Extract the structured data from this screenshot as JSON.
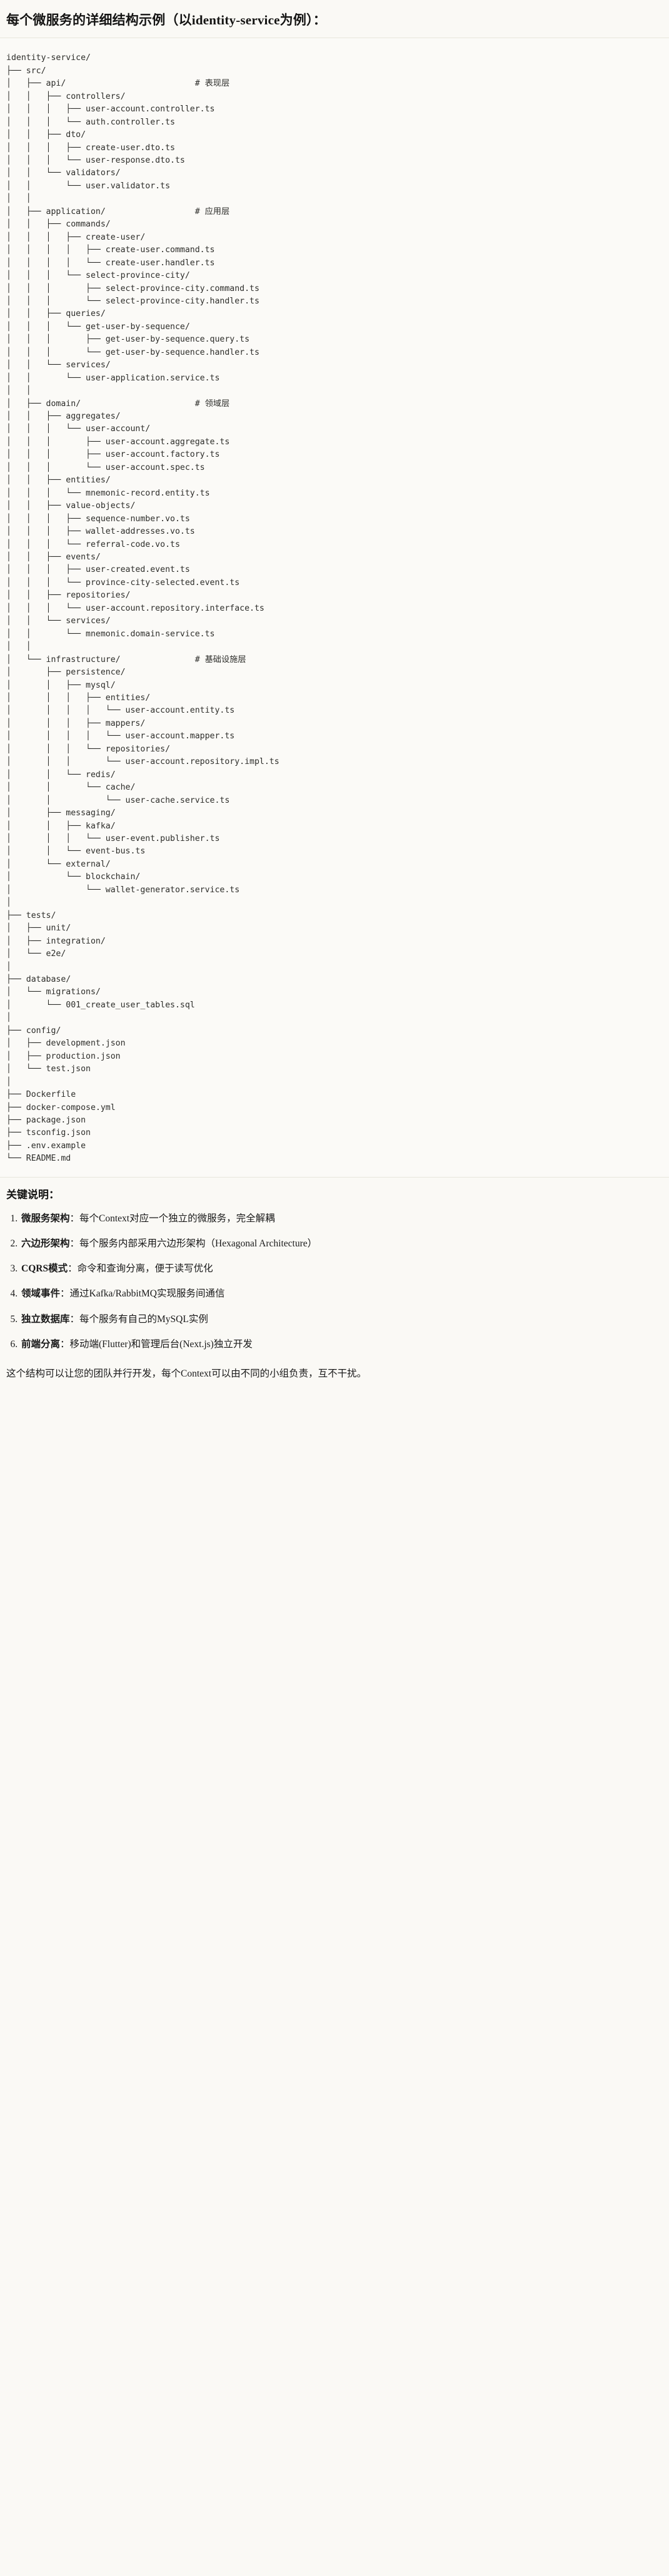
{
  "header": {
    "title": "每个微服务的详细结构示例（以identity-service为例）："
  },
  "tree": {
    "root": "identity-service/",
    "text": "identity-service/\n├── src/\n│   ├── api/                          # 表现层\n│   │   ├── controllers/\n│   │   │   ├── user-account.controller.ts\n│   │   │   └── auth.controller.ts\n│   │   ├── dto/\n│   │   │   ├── create-user.dto.ts\n│   │   │   └── user-response.dto.ts\n│   │   └── validators/\n│   │       └── user.validator.ts\n│   │\n│   ├── application/                  # 应用层\n│   │   ├── commands/\n│   │   │   ├── create-user/\n│   │   │   │   ├── create-user.command.ts\n│   │   │   │   └── create-user.handler.ts\n│   │   │   └── select-province-city/\n│   │   │       ├── select-province-city.command.ts\n│   │   │       └── select-province-city.handler.ts\n│   │   ├── queries/\n│   │   │   └── get-user-by-sequence/\n│   │   │       ├── get-user-by-sequence.query.ts\n│   │   │       └── get-user-by-sequence.handler.ts\n│   │   └── services/\n│   │       └── user-application.service.ts\n│   │\n│   ├── domain/                       # 领域层\n│   │   ├── aggregates/\n│   │   │   └── user-account/\n│   │   │       ├── user-account.aggregate.ts\n│   │   │       ├── user-account.factory.ts\n│   │   │       └── user-account.spec.ts\n│   │   ├── entities/\n│   │   │   └── mnemonic-record.entity.ts\n│   │   ├── value-objects/\n│   │   │   ├── sequence-number.vo.ts\n│   │   │   ├── wallet-addresses.vo.ts\n│   │   │   └── referral-code.vo.ts\n│   │   ├── events/\n│   │   │   ├── user-created.event.ts\n│   │   │   └── province-city-selected.event.ts\n│   │   ├── repositories/\n│   │   │   └── user-account.repository.interface.ts\n│   │   └── services/\n│   │       └── mnemonic.domain-service.ts\n│   │\n│   └── infrastructure/               # 基础设施层\n│       ├── persistence/\n│       │   ├── mysql/\n│       │   │   ├── entities/\n│       │   │   │   └── user-account.entity.ts\n│       │   │   ├── mappers/\n│       │   │   │   └── user-account.mapper.ts\n│       │   │   └── repositories/\n│       │   │       └── user-account.repository.impl.ts\n│       │   └── redis/\n│       │       └── cache/\n│       │           └── user-cache.service.ts\n│       ├── messaging/\n│       │   ├── kafka/\n│       │   │   └── user-event.publisher.ts\n│       │   └── event-bus.ts\n│       └── external/\n│           └── blockchain/\n│               └── wallet-generator.service.ts\n│\n├── tests/\n│   ├── unit/\n│   ├── integration/\n│   └── e2e/\n│\n├── database/\n│   └── migrations/\n│       └── 001_create_user_tables.sql\n│\n├── config/\n│   ├── development.json\n│   ├── production.json\n│   └── test.json\n│\n├── Dockerfile\n├── docker-compose.yml\n├── package.json\n├── tsconfig.json\n├── .env.example\n└── README.md",
    "comments": {
      "api": "# 表现层",
      "application": "# 应用层",
      "domain": "# 领域层",
      "infrastructure": "# 基础设施层"
    }
  },
  "notes": {
    "heading": "关键说明：",
    "items": [
      {
        "label": "微服务架构",
        "body": "：每个Context对应一个独立的微服务，完全解耦"
      },
      {
        "label": "六边形架构",
        "body": "：每个服务内部采用六边形架构（Hexagonal Architecture）"
      },
      {
        "label": "CQRS模式",
        "body": "：命令和查询分离，便于读写优化"
      },
      {
        "label": "领域事件",
        "body": "：通过Kafka/RabbitMQ实现服务间通信"
      },
      {
        "label": "独立数据库",
        "body": "：每个服务有自己的MySQL实例"
      },
      {
        "label": "前端分离",
        "body": "：移动端(Flutter)和管理后台(Next.js)独立开发"
      }
    ],
    "closing": "这个结构可以让您的团队并行开发，每个Context可以由不同的小组负责，互不干扰。"
  }
}
